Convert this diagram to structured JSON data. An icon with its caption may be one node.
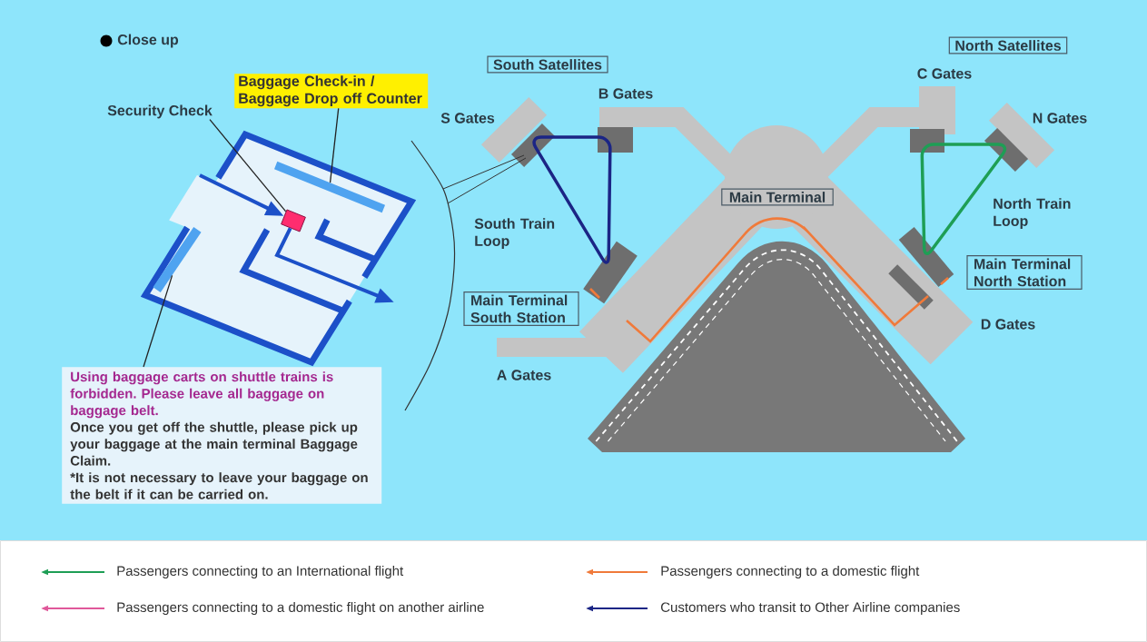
{
  "diagram": {
    "nodes": [
      {
        "text": [
          "Security Check"
        ]
      },
      {
        "text": [],
        "shape": "box"
      },
      {
        "text": [
          "Baggage Check-in / Baggage Drop off Counter"
        ]
      },
      {
        "text": [],
        "shape": "bar"
      },
      {
        "text": [
          "Using baggage carts on shuttle trains is forbidden. Please leave all baggage on baggage belt.",
          "Once you get off the shuttle, please pick up your baggage at the main terminal Baggage Claim.",
          "*It is not necessary to leave your baggage on the belt if it can be carried on."
        ]
      },
      {
        "text": [],
        "shape": "bar"
      },
      {
        "text": [
          "South Satellites"
        ]
      },
      {
        "text": [
          "North Satellites"
        ]
      },
      {
        "text": [
          "Main Terminal"
        ]
      },
      {
        "text": [
          "Main Terminal South Station"
        ]
      },
      {
        "text": [
          "Main Terminal North Station"
        ]
      }
    ],
    "edges": [
      {
        "from": 0,
        "to": 1,
        "arrow": "none"
      },
      {
        "from": 2,
        "to": 3,
        "arrow": "none"
      },
      {
        "from": 4,
        "to": 5,
        "arrow": "none"
      },
      {
        "from": null,
        "to": 1,
        "arrow": "to",
        "style": "thick",
        "color": "#1c50c8"
      },
      {
        "from": 1,
        "to": null,
        "arrow": "to",
        "style": "thick",
        "color": "#1c50c8"
      }
    ],
    "labels": [
      "Close up",
      "S Gates",
      "B Gates",
      "C Gates",
      "N Gates",
      "South Train Loop",
      "North Train Loop",
      "A Gates",
      "D Gates"
    ],
    "legend": [
      {
        "text": "Passengers connecting to an International flight"
      },
      {
        "text": "Passengers connecting to a domestic flight"
      },
      {
        "text": "Passengers connecting to a domestic flight on another airline"
      },
      {
        "text": "Customers who transit to Other Airline companies"
      }
    ]
  }
}
